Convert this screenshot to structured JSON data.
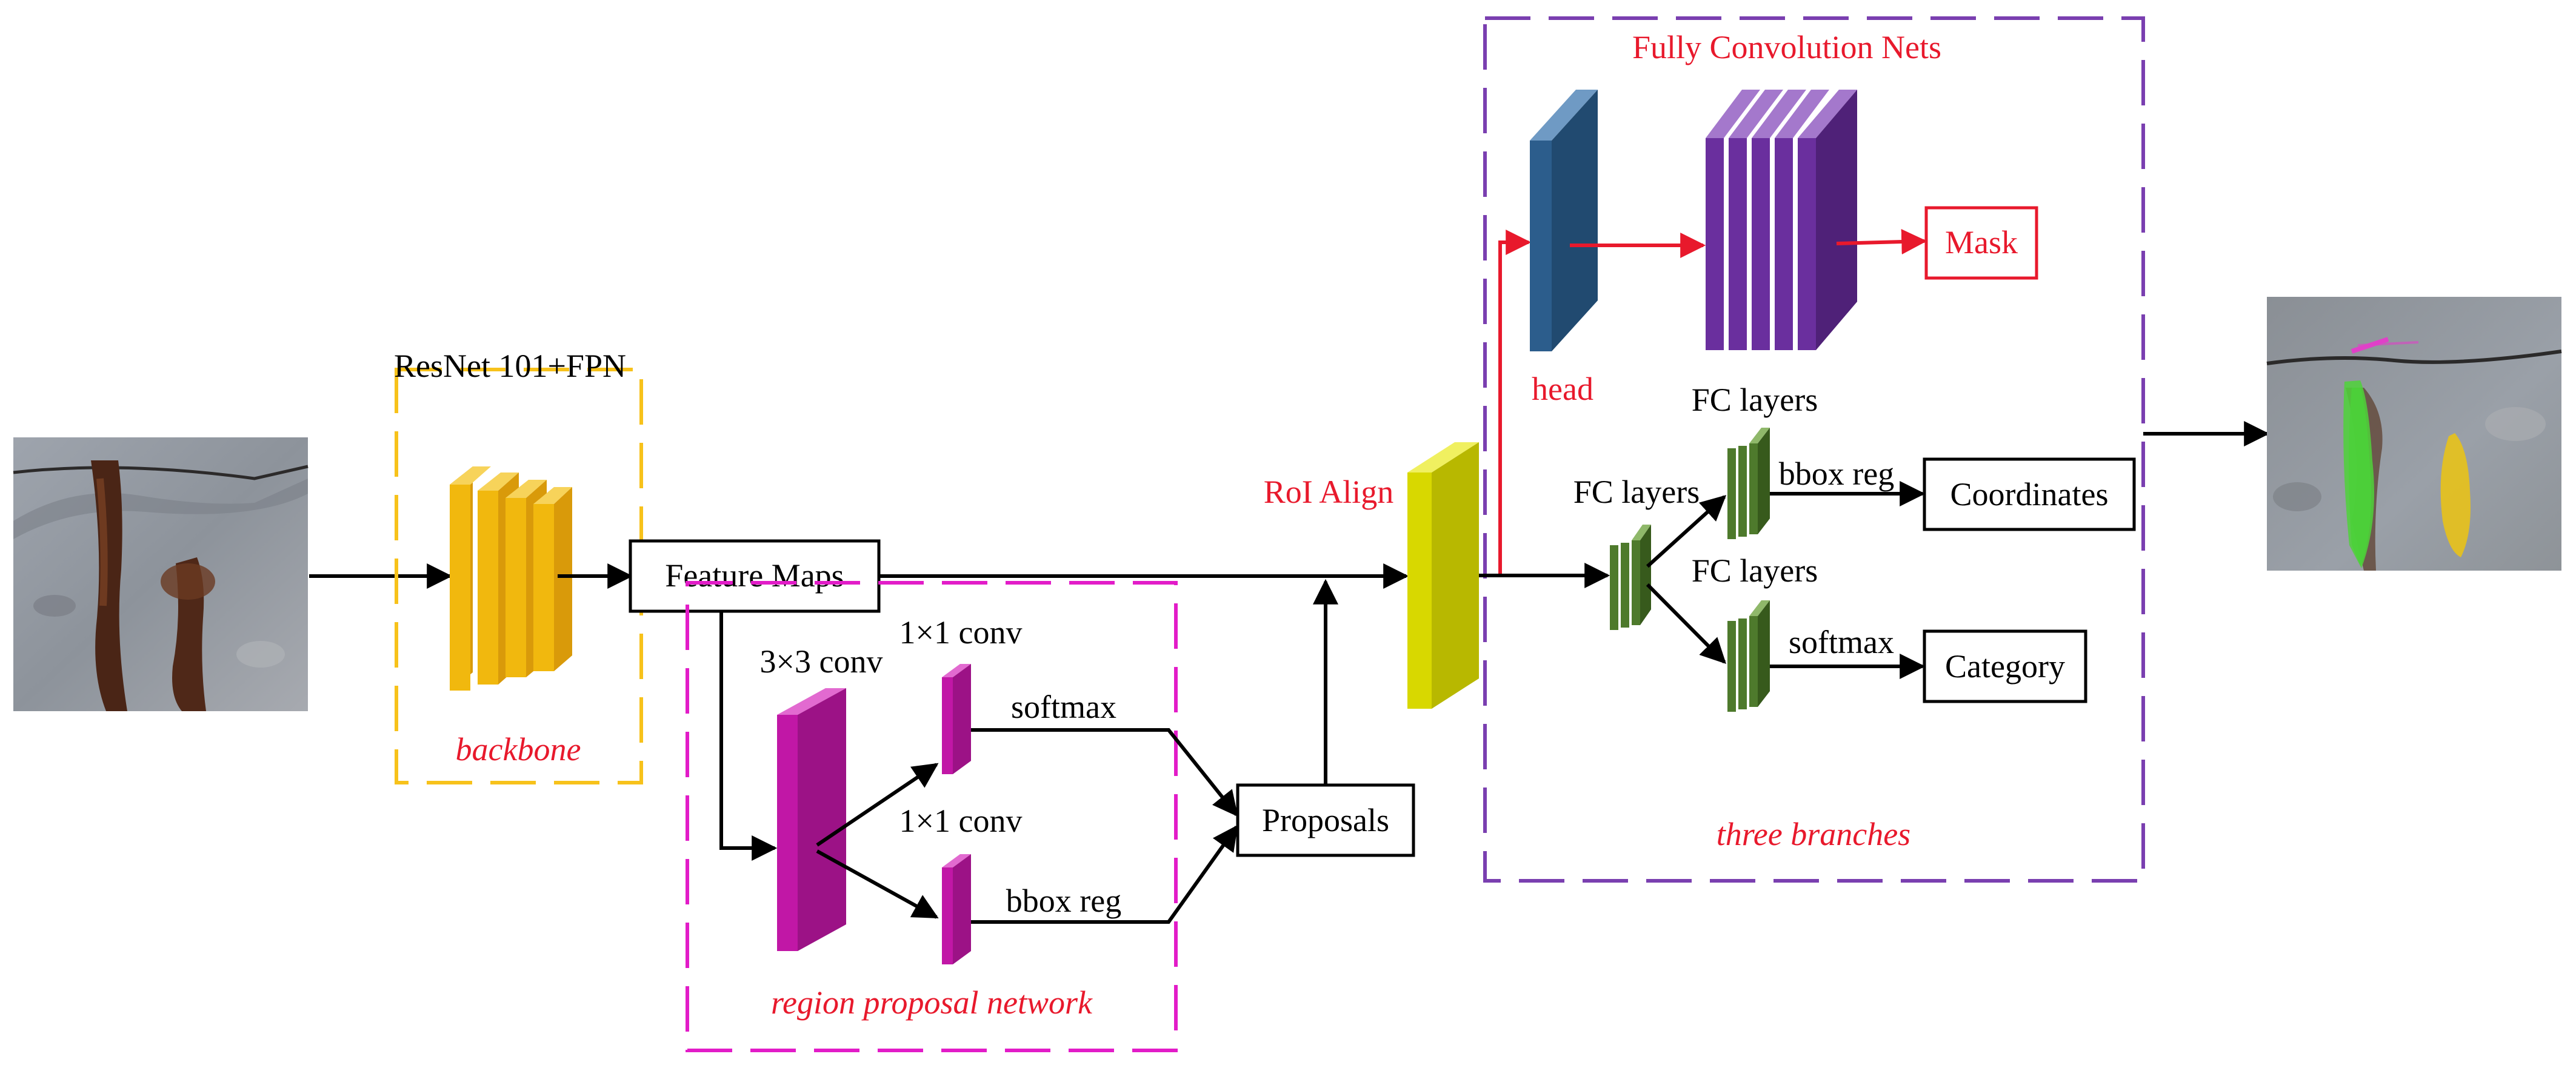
{
  "diagram": {
    "backbone_title": "ResNet 101+FPN",
    "backbone_caption": "backbone",
    "feature_maps": "Feature Maps",
    "rpn_conv3": "3×3 conv",
    "rpn_conv1_top": "1×1 conv",
    "rpn_conv1_bottom": "1×1 conv",
    "rpn_softmax": "softmax",
    "rpn_bbox_reg": "bbox reg",
    "rpn_caption": "region proposal network",
    "proposals": "Proposals",
    "roi_align": "RoI Align",
    "fcn_title": "Fully Convolution Nets",
    "head": "head",
    "mask": "Mask",
    "fc_layers_mid": "FC layers",
    "fc_layers_top": "FC layers",
    "fc_layers_bottom": "FC layers",
    "branch_bbox_reg": "bbox reg",
    "branch_softmax": "softmax",
    "coordinates": "Coordinates",
    "category": "Category",
    "branches_caption": "three branches"
  },
  "colors": {
    "backbone": "#f1b80e",
    "backbone_box": "#f7c21b",
    "rpn": "#c117a6",
    "rpn_box": "#e21cc8",
    "roi": "#d8d800",
    "head": "#2c5d8c",
    "fcn": "#6a2f9e",
    "fcn_box": "#7a3fb0",
    "fc": "#4e7a2c",
    "red": "#e8192c"
  },
  "icons": [
    "input-photo-rusted-wall",
    "output-photo-segmentation-masks"
  ]
}
